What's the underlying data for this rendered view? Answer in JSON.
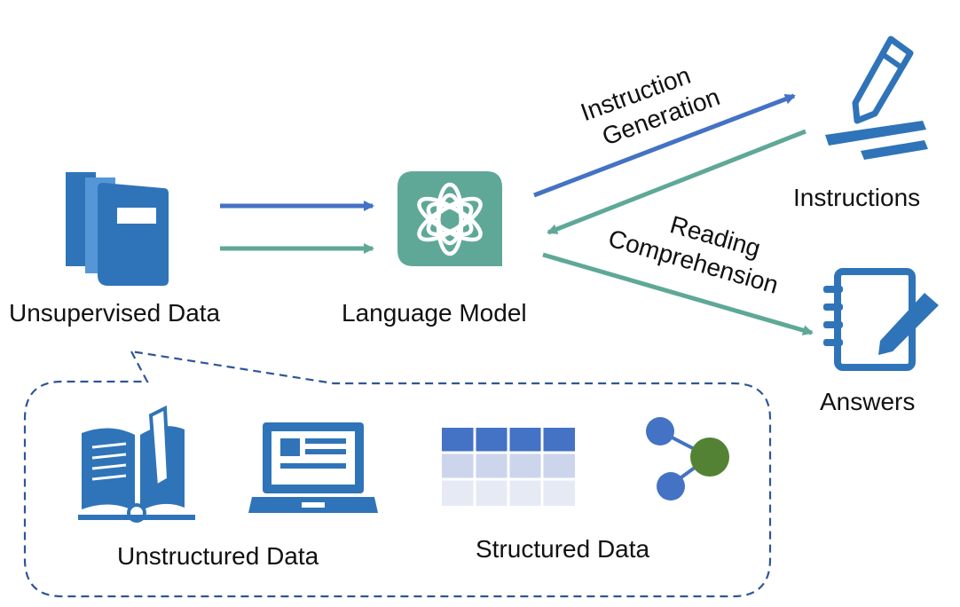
{
  "labels": {
    "unsupervised_data": "Unsupervised Data",
    "language_model": "Language Model",
    "instructions": "Instructions",
    "answers": "Answers",
    "unstructured_data": "Unstructured Data",
    "structured_data": "Structured Data"
  },
  "edges": {
    "instruction_generation": [
      "Instruction",
      "Generation"
    ],
    "reading_comprehension": [
      "Reading",
      "Comprehension"
    ]
  },
  "colors": {
    "blue": "#4472C4",
    "teal": "#5FA898",
    "icon_blue": "#2F74B8",
    "node_green": "#548235",
    "table_header": "#4472C4",
    "table_row_1": "#CCD5EC",
    "table_row_2": "#E6EAF4",
    "dashed_border": "#2F5597"
  },
  "icons": {
    "unsupervised": "books-icon",
    "model": "openai-logo-icon",
    "instructions": "pencil-writing-icon",
    "answers": "notebook-pen-icon",
    "unstructured_book": "open-book-icon",
    "unstructured_screen": "laptop-document-icon",
    "structured_table": "table-icon",
    "structured_graph": "graph-nodes-icon"
  }
}
